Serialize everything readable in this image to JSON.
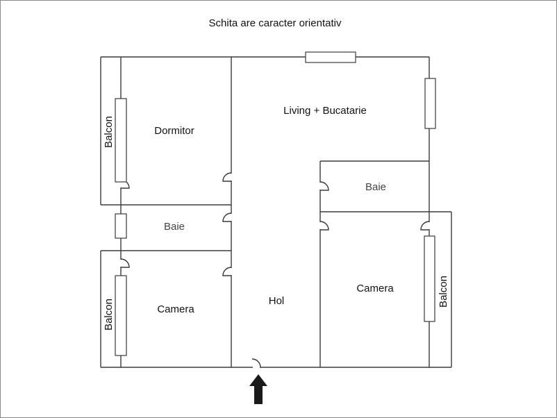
{
  "title": "Schita are caracter orientativ",
  "rooms": {
    "living": "Living + Bucatarie",
    "dormitor": "Dormitor",
    "baie_left": "Baie",
    "baie_right": "Baie",
    "camera_left": "Camera",
    "camera_right": "Camera",
    "hol": "Hol",
    "balcon_top_left": "Balcon",
    "balcon_bottom_left": "Balcon",
    "balcon_right": "Balcon"
  },
  "colors": {
    "wall": "#3a3a3a",
    "arrow": "#1a1a1a"
  }
}
